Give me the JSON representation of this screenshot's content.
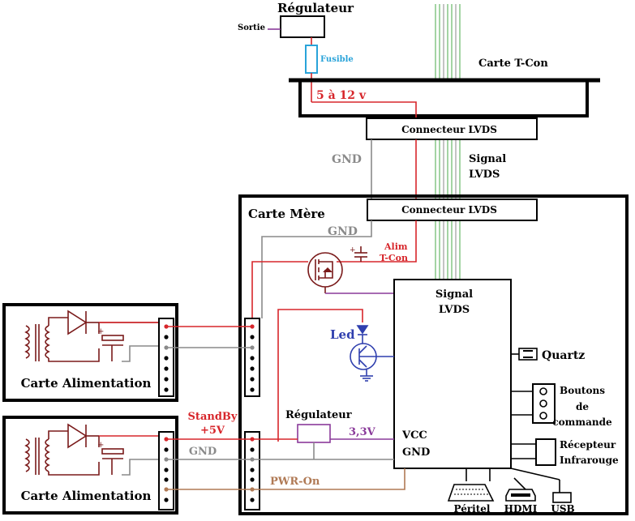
{
  "labels": {
    "regulateur_top": "Régulateur",
    "sortie": "Sortie",
    "fusible": "Fusible",
    "carte_tcon": "Carte T-Con",
    "voltage": "5 à 12 v",
    "connecteur_lvds_top": "Connecteur LVDS",
    "gnd_top": "GND",
    "signal_lvds_line1": "Signal",
    "signal_lvds_line2": "LVDS",
    "carte_mere": "Carte Mère",
    "connecteur_lvds_mb": "Connecteur LVDS",
    "gnd_mb": "GND",
    "alim_tcon_line1": "Alim",
    "alim_tcon_line2": "T-Con",
    "chip_signal_line1": "Signal",
    "chip_signal_line2": "LVDS",
    "led": "Led",
    "quartz": "Quartz",
    "boutons_line1": "Boutons",
    "boutons_line2": "de",
    "boutons_line3": "commande",
    "recepteur_line1": "Récepteur",
    "recepteur_line2": "Infrarouge",
    "carte_alim_1": "Carte Alimentation",
    "carte_alim_2": "Carte Alimentation",
    "standby_line1": "StandBy",
    "standby_line2": "+5V",
    "regulateur_mb": "Régulateur",
    "v33": "3,3V",
    "vcc": "VCC",
    "gnd_chip": "GND",
    "gnd_psu": "GND",
    "pwr_on": "PWR-On",
    "peritel": "Péritel",
    "hdmi": "HDMI",
    "usb": "USB"
  },
  "colors": {
    "red": "#d7262b",
    "gray": "#8a8a8a",
    "violet": "#8a3a9a",
    "brown": "#b07a55",
    "blue": "#2f3fae",
    "cyan": "#29a3d9",
    "green": "#4aa84a"
  }
}
